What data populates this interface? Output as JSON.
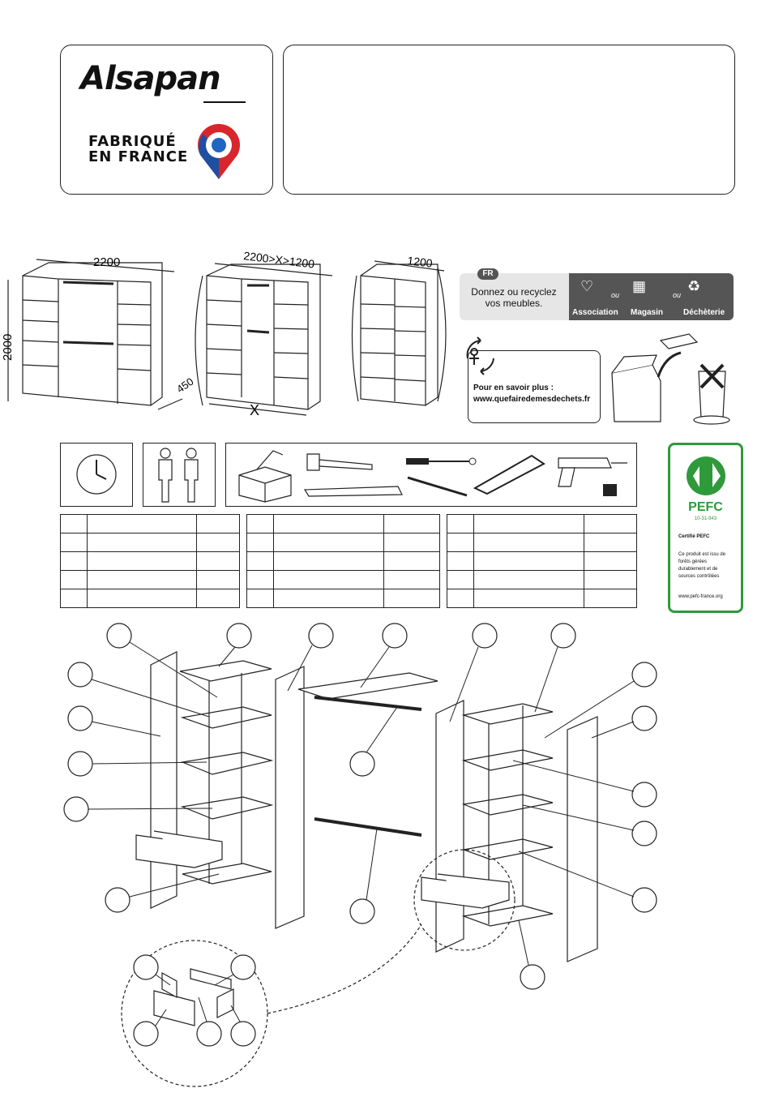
{
  "brand": {
    "name": "Alsapan",
    "made_in": [
      "FABRIQUÉ",
      "EN FRANCE"
    ]
  },
  "dimensions": {
    "width_full": "2200",
    "width_range": "2200>X>1200",
    "width_min": "1200",
    "height": "2000",
    "depth": "450",
    "variable": "X"
  },
  "recycling": {
    "lang_badge": "FR",
    "headline": [
      "Donnez ou recyclez",
      "vos meubles."
    ],
    "options": [
      "Association",
      "Magasin",
      "Déchèterie"
    ],
    "or_word": "ou",
    "info_title": "Pour en savoir plus :",
    "info_url": "www.quefairedemesdechets.fr"
  },
  "pefc": {
    "logo": "PEFC",
    "code": "10-31-943",
    "certified": "Certifié PEFC",
    "body": [
      "Ce produit est issu de",
      "forêts gérées",
      "durablement et de",
      "sources contrôlées"
    ],
    "url": "www.pefc-france.org"
  },
  "colors": {
    "recycle_panel": "#e6e6e6",
    "recycle_bar": "#555555",
    "pefc_green": "#2e9a3a"
  },
  "icons": [
    "clock-icon",
    "two-persons-icon",
    "toolbox-icon",
    "hammer-icon",
    "mallet-icon",
    "screwdriver-icon",
    "awl-icon",
    "saw-icon",
    "drill-icon",
    "tape-measure-icon"
  ]
}
